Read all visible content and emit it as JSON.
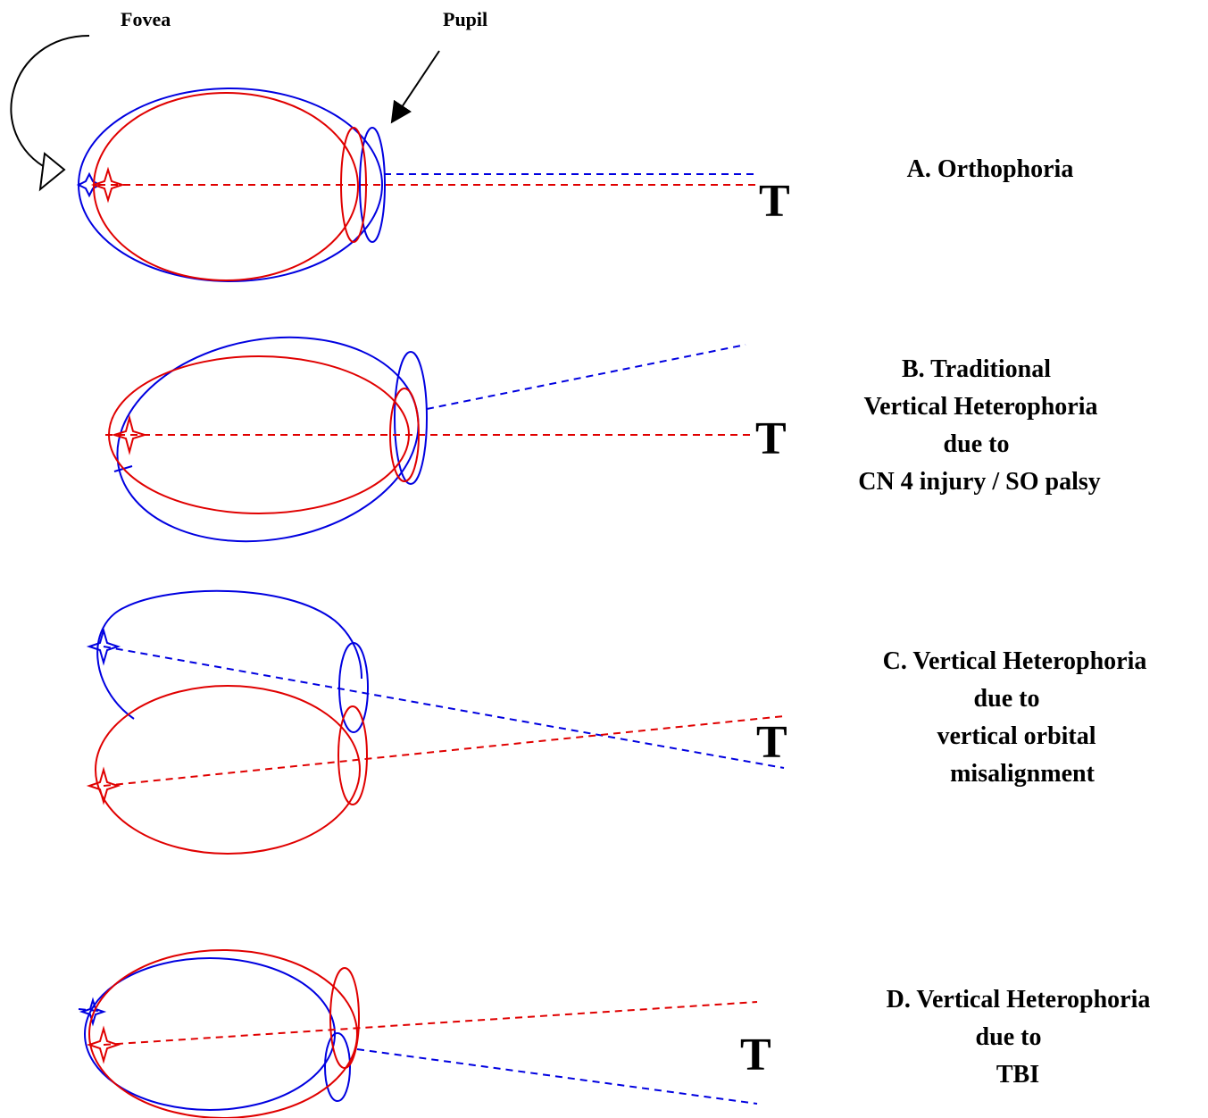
{
  "labels": {
    "fovea": "Fovea",
    "pupil": "Pupil",
    "target": "T"
  },
  "panels": [
    {
      "id": "a",
      "caption_lines": [
        "A.  Orthophoria"
      ]
    },
    {
      "id": "b",
      "caption_lines": [
        "B.  Traditional",
        "Vertical  Heterophoria",
        "due to",
        "CN 4 injury / SO palsy"
      ]
    },
    {
      "id": "c",
      "caption_lines": [
        "C.  Vertical Heterophoria",
        "due to",
        "vertical orbital",
        "misalignment"
      ]
    },
    {
      "id": "d",
      "caption_lines": [
        "D.  Vertical Heterophoria",
        "due to",
        "TBI"
      ]
    }
  ],
  "colors": {
    "eye_1": "#0000e0",
    "eye_2": "#e00000",
    "text": "#000000"
  }
}
